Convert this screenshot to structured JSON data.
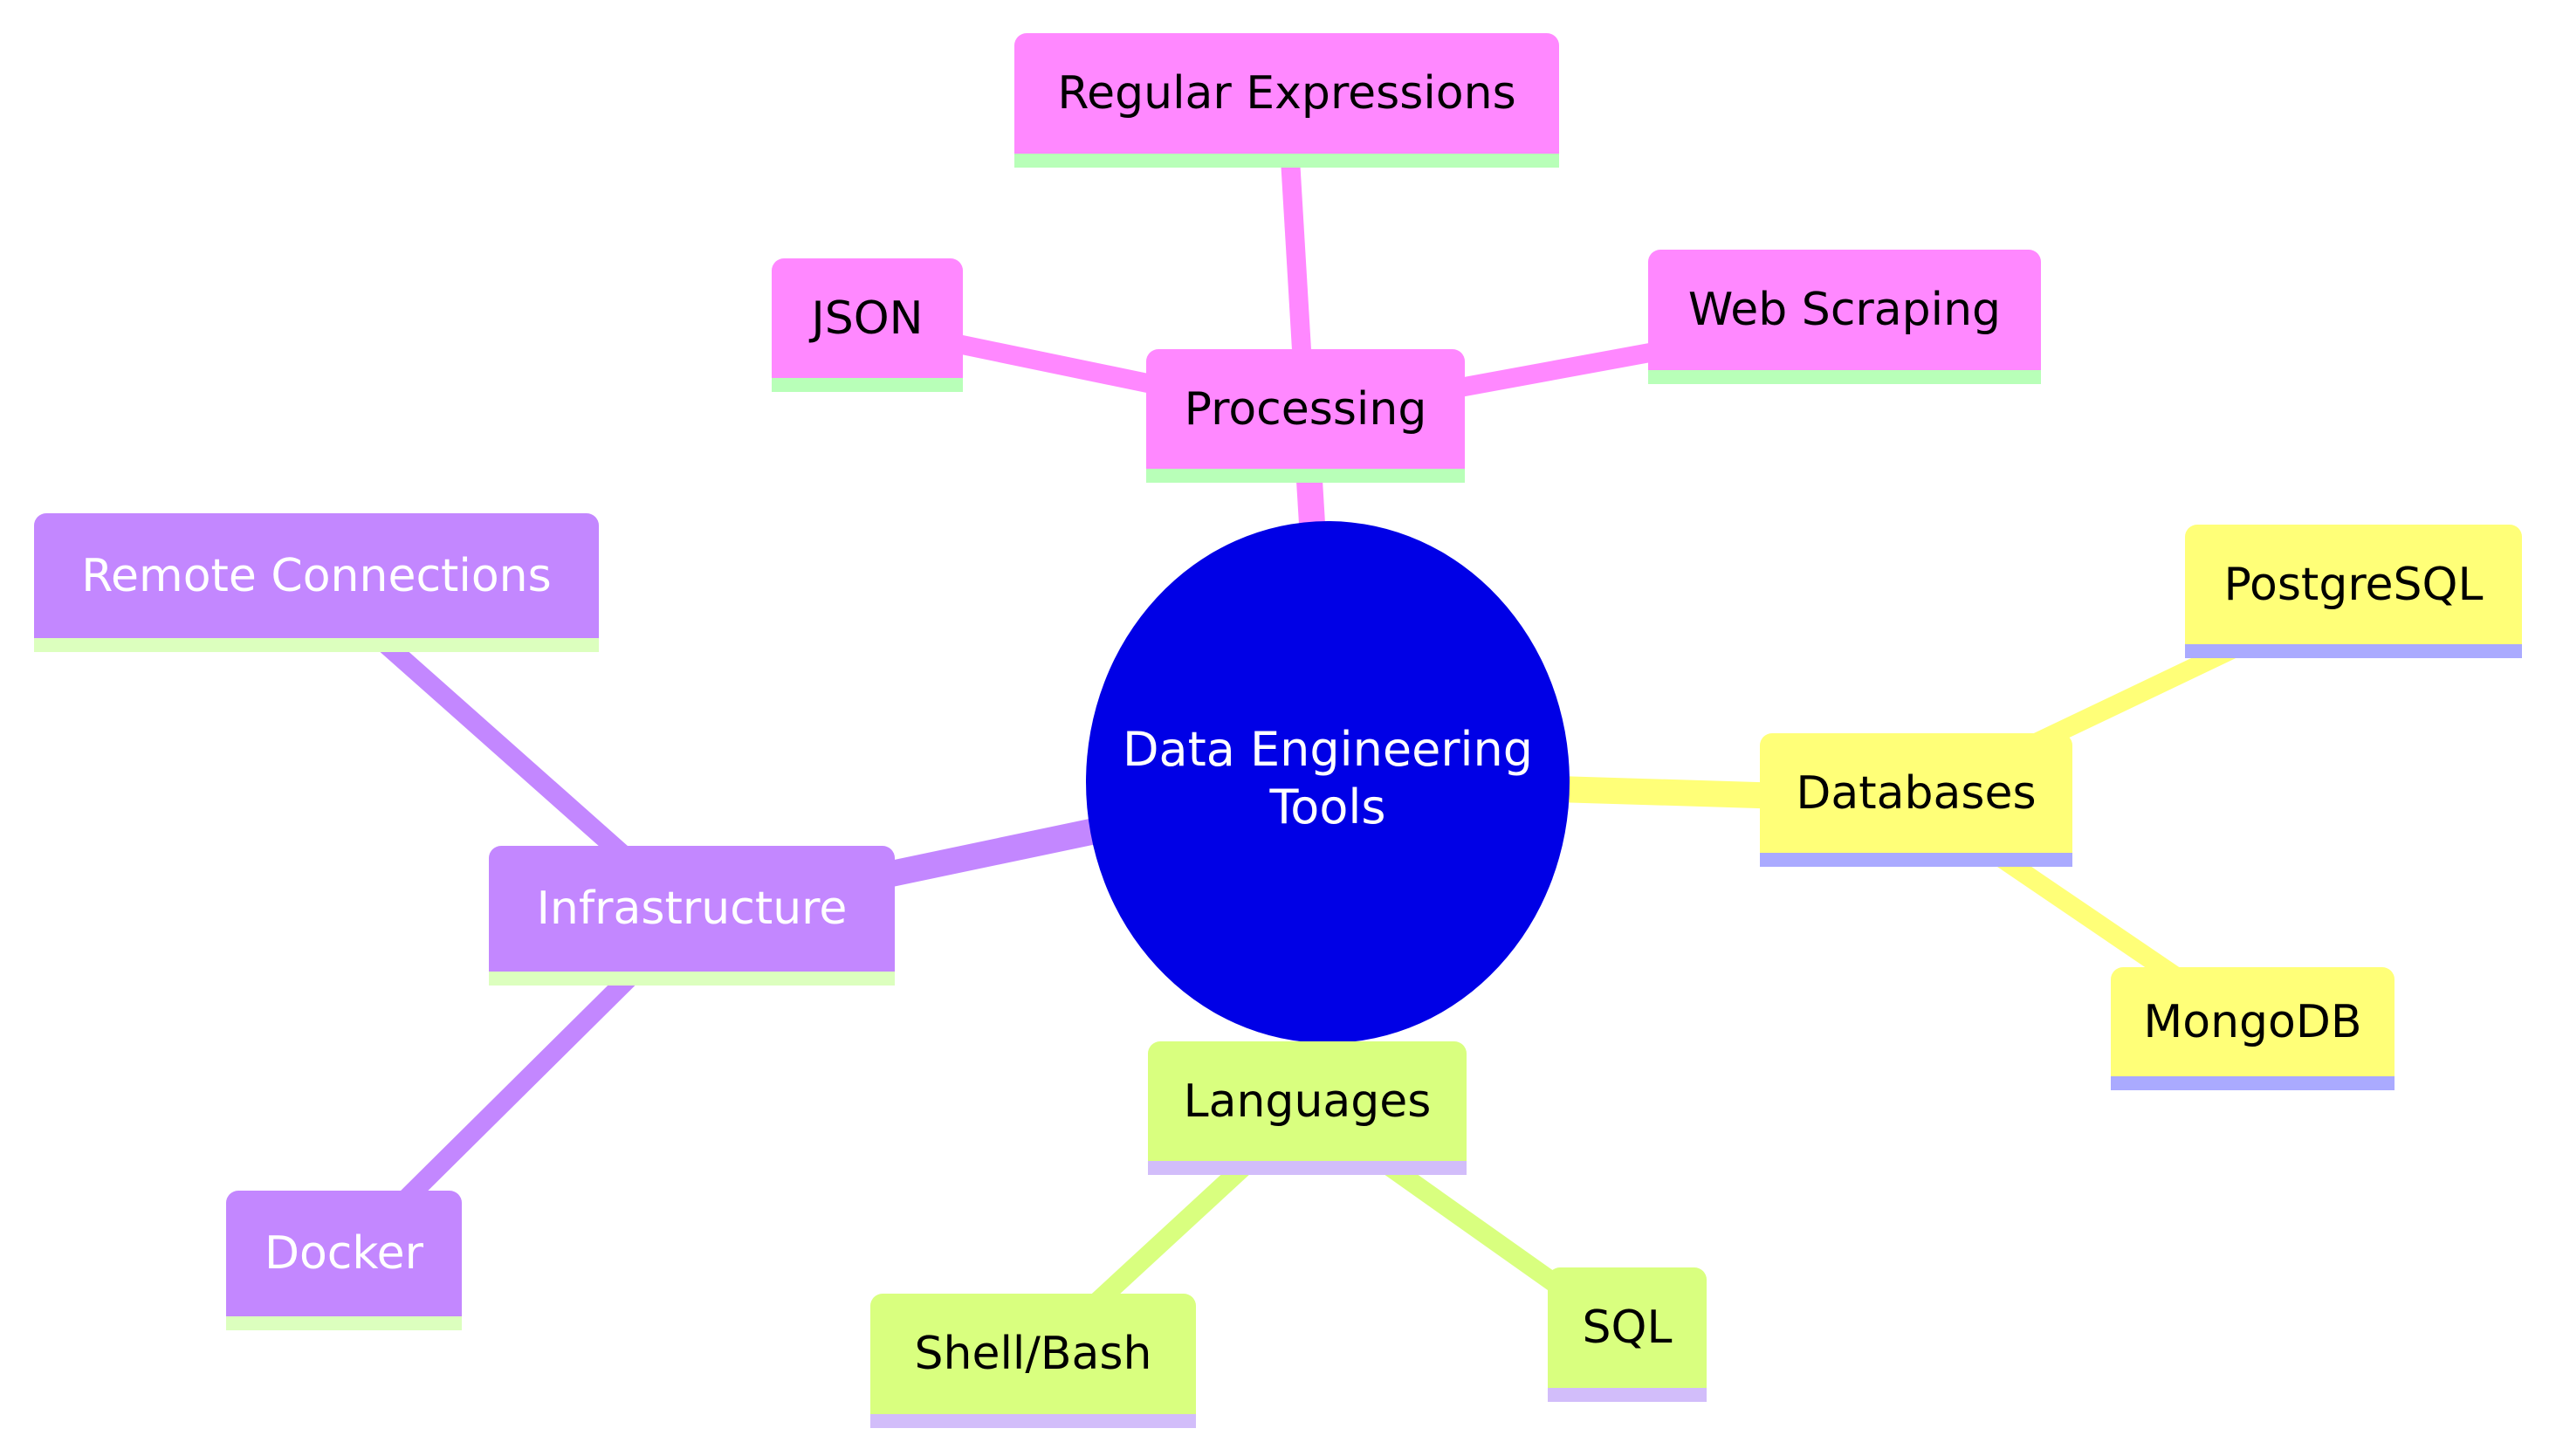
{
  "mindmap": {
    "root": {
      "label_line1": "Data Engineering",
      "label_line2": "Tools",
      "color": "#0000e6",
      "text_color": "#ffffff"
    },
    "branches": [
      {
        "label": "Processing",
        "color": "#ff88ff",
        "bar_color": "#b8ffb8",
        "text_color": "#000000",
        "children": [
          "Regular Expressions",
          "JSON",
          "Web Scraping"
        ]
      },
      {
        "label": "Databases",
        "color": "#ffff78",
        "bar_color": "#aaaaff",
        "text_color": "#000000",
        "children": [
          "PostgreSQL",
          "MongoDB"
        ]
      },
      {
        "label": "Languages",
        "color": "#d9ff7f",
        "bar_color": "#d2bdfa",
        "text_color": "#000000",
        "children": [
          "Shell/Bash",
          "SQL"
        ]
      },
      {
        "label": "Infrastructure",
        "color": "#c387ff",
        "bar_color": "#dcffbe",
        "text_color": "#ffffff",
        "children": [
          "Remote Connections",
          "Docker"
        ]
      }
    ]
  }
}
